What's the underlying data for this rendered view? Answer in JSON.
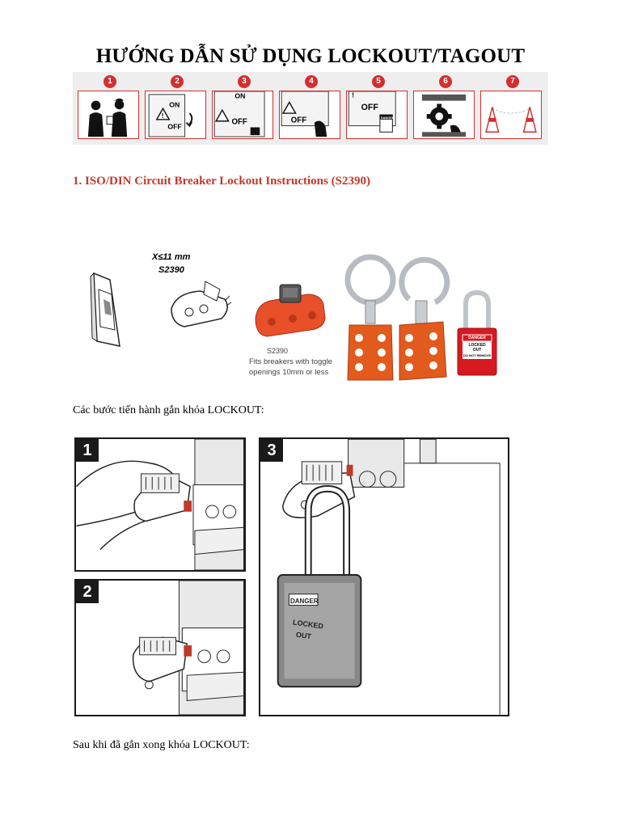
{
  "document": {
    "title": "HƯỚNG DẪN SỬ DỤNG LOCKOUT/TAGOUT",
    "section_heading": "1. ISO/DIN Circuit Breaker Lockout Instructions (S2390)",
    "steps_intro": "Các bước tiến hành gắn khóa LOCKOUT:",
    "after_text": "Sau khi đã gắn xong khóa LOCKOUT:"
  },
  "process_steps": [
    {
      "number": "1",
      "scene": "workers-talking"
    },
    {
      "number": "2",
      "scene": "switch-on-off",
      "labels": [
        "ON",
        "OFF"
      ]
    },
    {
      "number": "3",
      "scene": "switch-lock",
      "labels": [
        "ON",
        "OFF"
      ]
    },
    {
      "number": "4",
      "scene": "apply-lock",
      "labels": [
        "OFF"
      ]
    },
    {
      "number": "5",
      "scene": "tag-applied",
      "labels": [
        "OFF",
        "DANGER"
      ]
    },
    {
      "number": "6",
      "scene": "gear-machine"
    },
    {
      "number": "7",
      "scene": "safety-cones"
    }
  ],
  "colors": {
    "accent": "#c0392b",
    "step_badge": "#d32f2f",
    "hasp_orange": "#e25a1c",
    "padlock_red": "#d71920"
  },
  "products": {
    "sketch_dimension": "X≤11 mm",
    "sketch_model": "S2390",
    "device_model": "S2390",
    "device_caption_line1": "Fits breakers with toggle",
    "device_caption_line2": "openings 10mm or less",
    "padlock_tag_line1": "DANGER",
    "padlock_tag_line2": "LOCKED",
    "padlock_tag_line3": "OUT",
    "padlock_tag_line4": "DO NOT REMOVE"
  },
  "instruction_panels": [
    {
      "number": "1"
    },
    {
      "number": "2"
    },
    {
      "number": "3",
      "padlock_label_line1": "DANGER",
      "padlock_label_line2": "LOCKED",
      "padlock_label_line3": "OUT"
    }
  ]
}
